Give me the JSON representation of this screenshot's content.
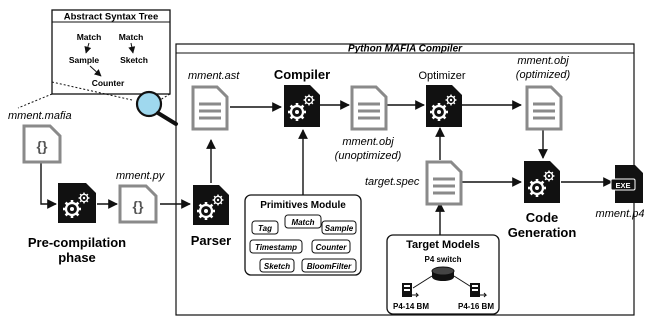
{
  "ast": {
    "title": "Abstract Syntax Tree",
    "n1": "Match",
    "n2": "Match",
    "n3": "Sample",
    "n4": "Sketch",
    "n5": "Counter"
  },
  "compiler_box": {
    "title": "Python  MAFIA Compiler"
  },
  "files": {
    "mafia": "mment.mafia",
    "py": "mment.py",
    "ast": "mment.ast",
    "obj_unopt_1": "mment.obj",
    "obj_unopt_2": "(unoptimized)",
    "obj_opt_1": "mment.obj",
    "obj_opt_2": "(optimized)",
    "target_spec": "target.spec",
    "p4": "mment.p4",
    "exe": "EXE"
  },
  "stages": {
    "precompile_1": "Pre-compilation",
    "precompile_2": "phase",
    "parser": "Parser",
    "compiler": "Compiler",
    "optimizer": "Optimizer",
    "codegen_1": "Code",
    "codegen_2": "Generation"
  },
  "primitives": {
    "title": "Primitives Module",
    "items": [
      "Tag",
      "Match",
      "Sample",
      "Timestamp",
      "Counter",
      "Sketch",
      "BloomFilter"
    ]
  },
  "targets": {
    "title": "Target Models",
    "switch": "P4 switch",
    "left": "P4-14 BM",
    "right": "P4-16 BM"
  },
  "braces": "{}"
}
